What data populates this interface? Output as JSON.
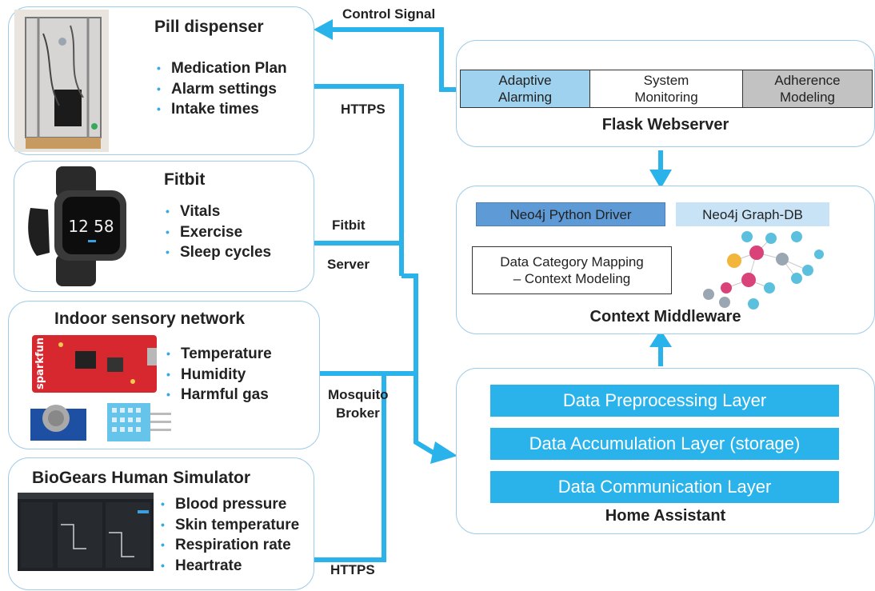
{
  "pill_dispenser": {
    "title": "Pill dispenser",
    "items": [
      "Medication Plan",
      "Alarm settings",
      "Intake times"
    ]
  },
  "fitbit": {
    "title": "Fitbit",
    "items": [
      "Vitals",
      "Exercise",
      "Sleep cycles"
    ],
    "watch_time": "12 58"
  },
  "indoor": {
    "title": "Indoor sensory network",
    "items": [
      "Temperature",
      "Humidity",
      "Harmful gas"
    ],
    "board_brand": "sparkfun"
  },
  "biogears": {
    "title": "BioGears Human Simulator",
    "items": [
      "Blood pressure",
      "Skin temperature",
      "Respiration rate",
      "Heartrate"
    ]
  },
  "connections": {
    "control_signal": "Control  Signal",
    "https_top": "HTTPS",
    "fitbit_server_1": "Fitbit",
    "fitbit_server_2": "Server",
    "mosquito_1": "Mosquito",
    "mosquito_2": "Broker",
    "https_bottom": "HTTPS"
  },
  "flask": {
    "title": "Flask Webserver",
    "cells": [
      {
        "line1": "Adaptive",
        "line2": "Alarming",
        "color": "#9ed2ee"
      },
      {
        "line1": "System",
        "line2": "Monitoring",
        "color": "#ffffff"
      },
      {
        "line1": "Adherence",
        "line2": "Modeling",
        "color": "#c2c2c2"
      }
    ]
  },
  "context": {
    "title": "Context Middleware",
    "driver": "Neo4j Python Driver",
    "graphdb": "Neo4j Graph-DB",
    "mapping_1": "Data Category Mapping",
    "mapping_2": "– Context Modeling"
  },
  "home_assistant": {
    "title": "Home Assistant",
    "layers": [
      "Data Preprocessing Layer",
      "Data Accumulation Layer (storage)",
      "Data Communication Layer"
    ]
  },
  "colors": {
    "connector": "#29b3ea",
    "box_border": "#9dcbe8",
    "driver_fill": "#5e9ad6",
    "graphdb_fill": "#c7e3f5"
  }
}
